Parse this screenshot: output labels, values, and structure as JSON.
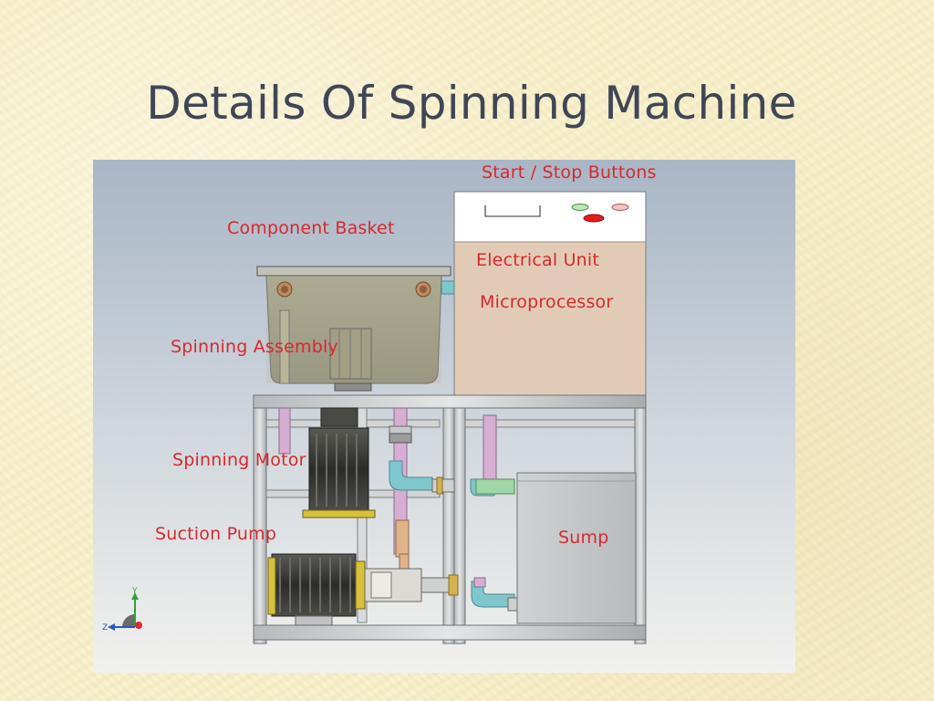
{
  "slide": {
    "title": "Details Of Spinning Machine"
  },
  "diagram": {
    "labels": {
      "start_stop_buttons": "Start / Stop Buttons",
      "component_basket": "Component Basket",
      "electrical_unit": "Electrical Unit",
      "microprocessor": "Microprocessor",
      "spinning_assembly": "Spinning Assembly",
      "spinning_motor": "Spinning Motor",
      "suction_pump": "Suction Pump",
      "sump": "Sump"
    },
    "axis_triad": {
      "y": "Y",
      "z": "Z"
    },
    "colors": {
      "label_red": "#d8282c",
      "title_slate": "#3f4656",
      "panel_top": "#a9b6c6",
      "panel_bottom": "#f1f1ee",
      "electrical_box": "#e2cbb6",
      "frame_grey": "#c9cccd",
      "pipe_pink": "#d7aed3",
      "pipe_cyan": "#7fc7cc",
      "motor_yellow": "#d7c03a"
    }
  }
}
